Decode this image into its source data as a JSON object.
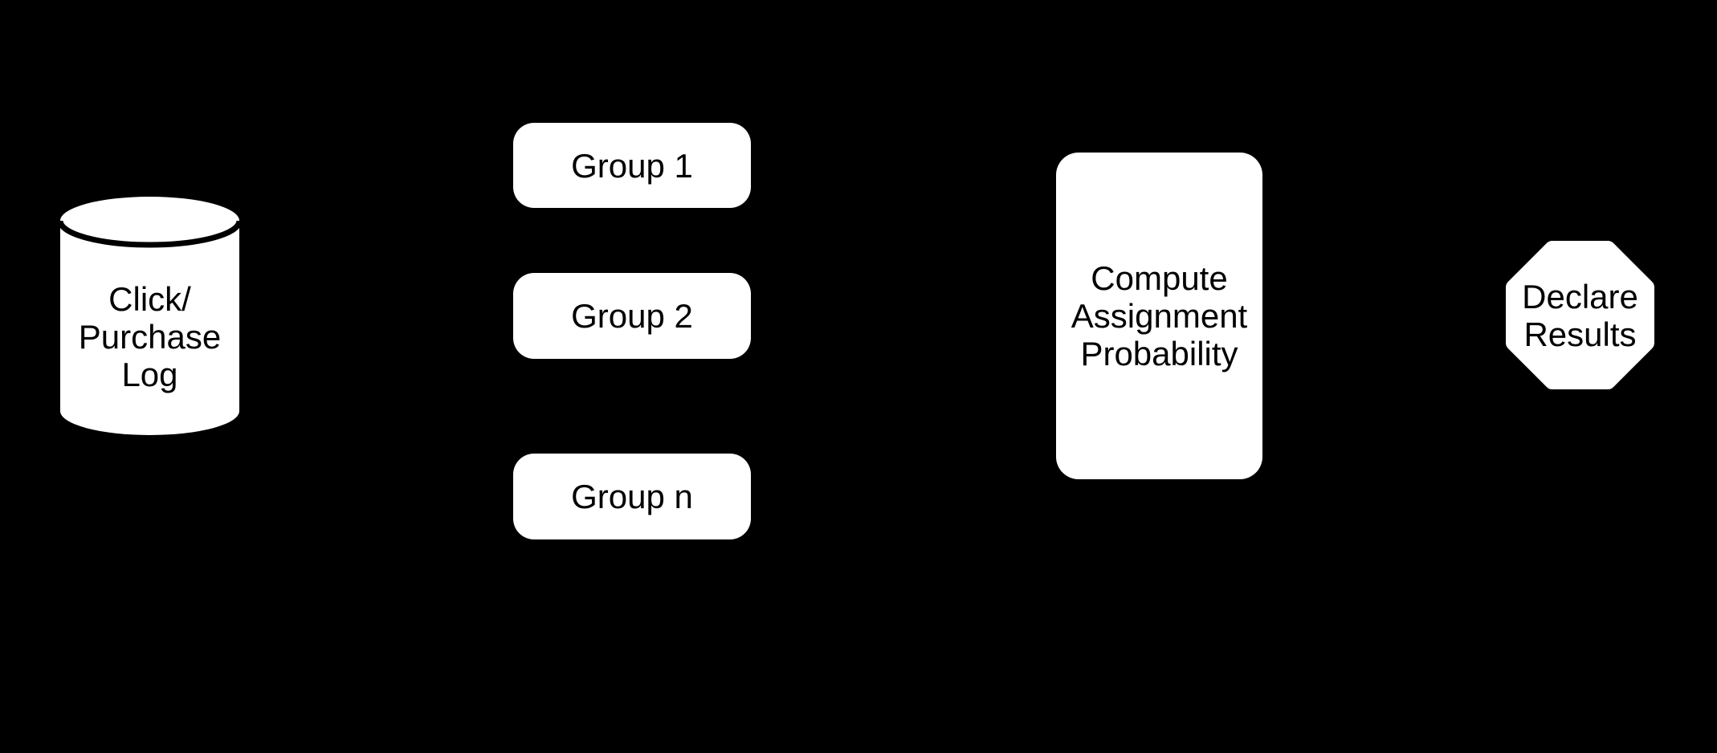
{
  "diagram": {
    "background_color": "#000000",
    "node_fill_color": "#ffffff",
    "node_outline_color": "#000000",
    "node_text_color": "#000000",
    "nodes": {
      "datastore": {
        "shape": "cylinder",
        "lines": [
          "Click/",
          "Purchase",
          "Log"
        ]
      },
      "groups": [
        {
          "label": "Group 1"
        },
        {
          "label": "Group 2"
        },
        {
          "label": "Group n"
        }
      ],
      "process": {
        "shape": "rounded-rectangle",
        "lines": [
          "Compute",
          "Assignment",
          "Probability"
        ]
      },
      "terminator": {
        "shape": "octagon",
        "lines": [
          "Declare",
          "Results"
        ]
      }
    }
  }
}
